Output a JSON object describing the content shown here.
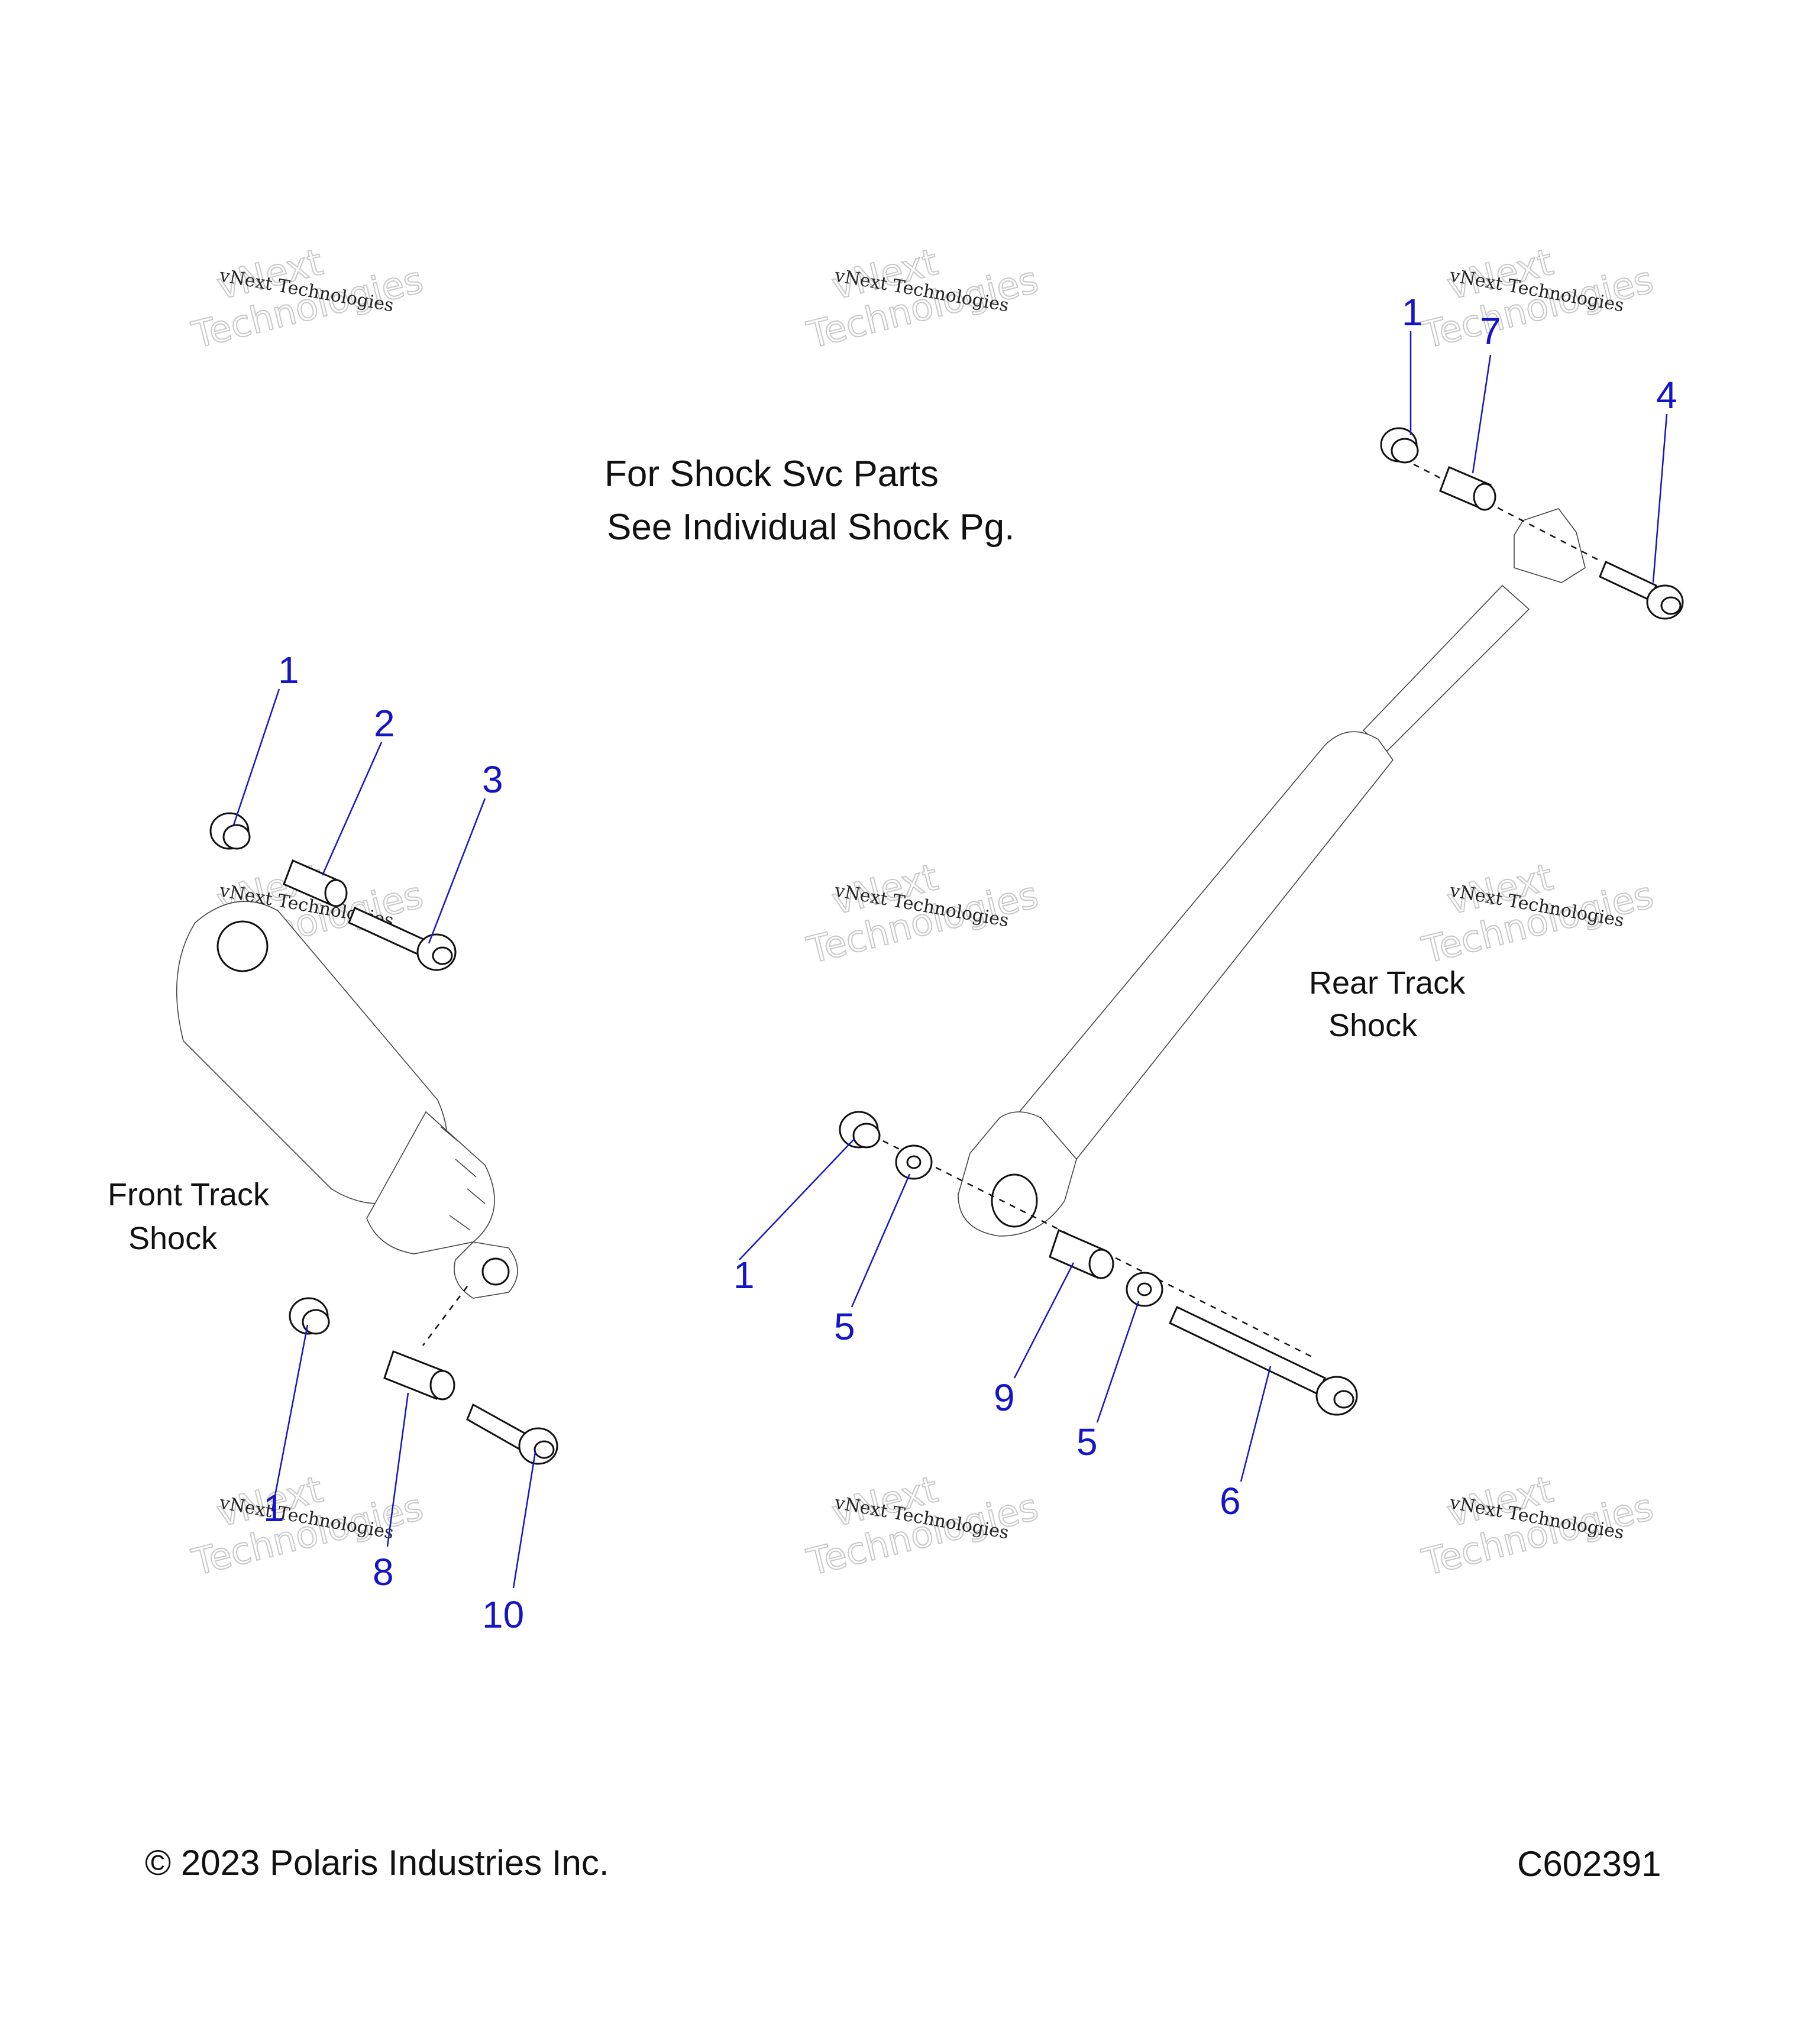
{
  "notes": {
    "service_line1": "For Shock Svc Parts",
    "service_line2": "See Individual Shock Pg.",
    "front_line1": "Front Track",
    "front_line2": "Shock",
    "rear_line1": "Rear Track",
    "rear_line2": "Shock"
  },
  "callouts": {
    "rear_top_1": "1",
    "rear_top_7": "7",
    "rear_top_4": "4",
    "front_top_1": "1",
    "front_top_2": "2",
    "front_top_3": "3",
    "front_bottom_1": "1",
    "front_bottom_8": "8",
    "front_bottom_10": "10",
    "rear_bottom_1": "1",
    "rear_bottom_5a": "5",
    "rear_bottom_9": "9",
    "rear_bottom_5b": "5",
    "rear_bottom_6": "6"
  },
  "watermark": {
    "line1": "vNext Technologies",
    "big1": "vNext",
    "big2": "Technologies"
  },
  "footer": {
    "copyright": "© 2023 Polaris Industries Inc.",
    "code": "C602391"
  },
  "colors": {
    "callout": "#1414c8",
    "line": "#111111"
  }
}
